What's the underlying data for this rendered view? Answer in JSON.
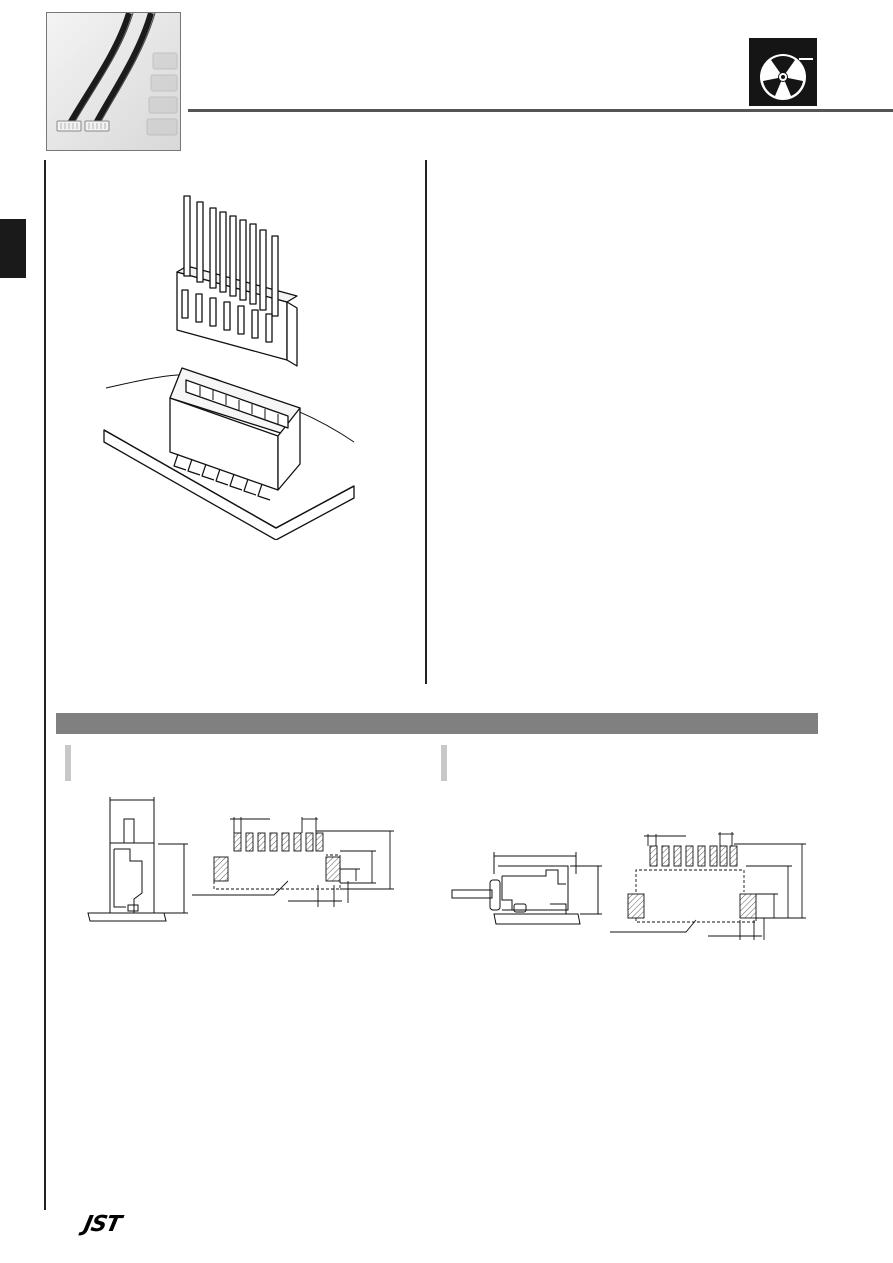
{
  "brand": {
    "logo_text": "JST"
  },
  "header": {
    "photo_icon": "cable-assembly-photo",
    "badge_icon": "reel-icon"
  },
  "colors": {
    "header_rule": "#555555",
    "section_bar": "#808080",
    "sub_marker": "#c8c8c8",
    "side_tab": "#1a1a1a",
    "badge_background": "#151515"
  },
  "illustrations": {
    "connector": "connector-mating-illustration",
    "side_view_vertical": "vertical-type-side-view",
    "footprint_vertical": "vertical-type-pcb-footprint",
    "side_view_horizontal": "horizontal-type-side-view",
    "footprint_horizontal": "horizontal-type-pcb-footprint"
  }
}
